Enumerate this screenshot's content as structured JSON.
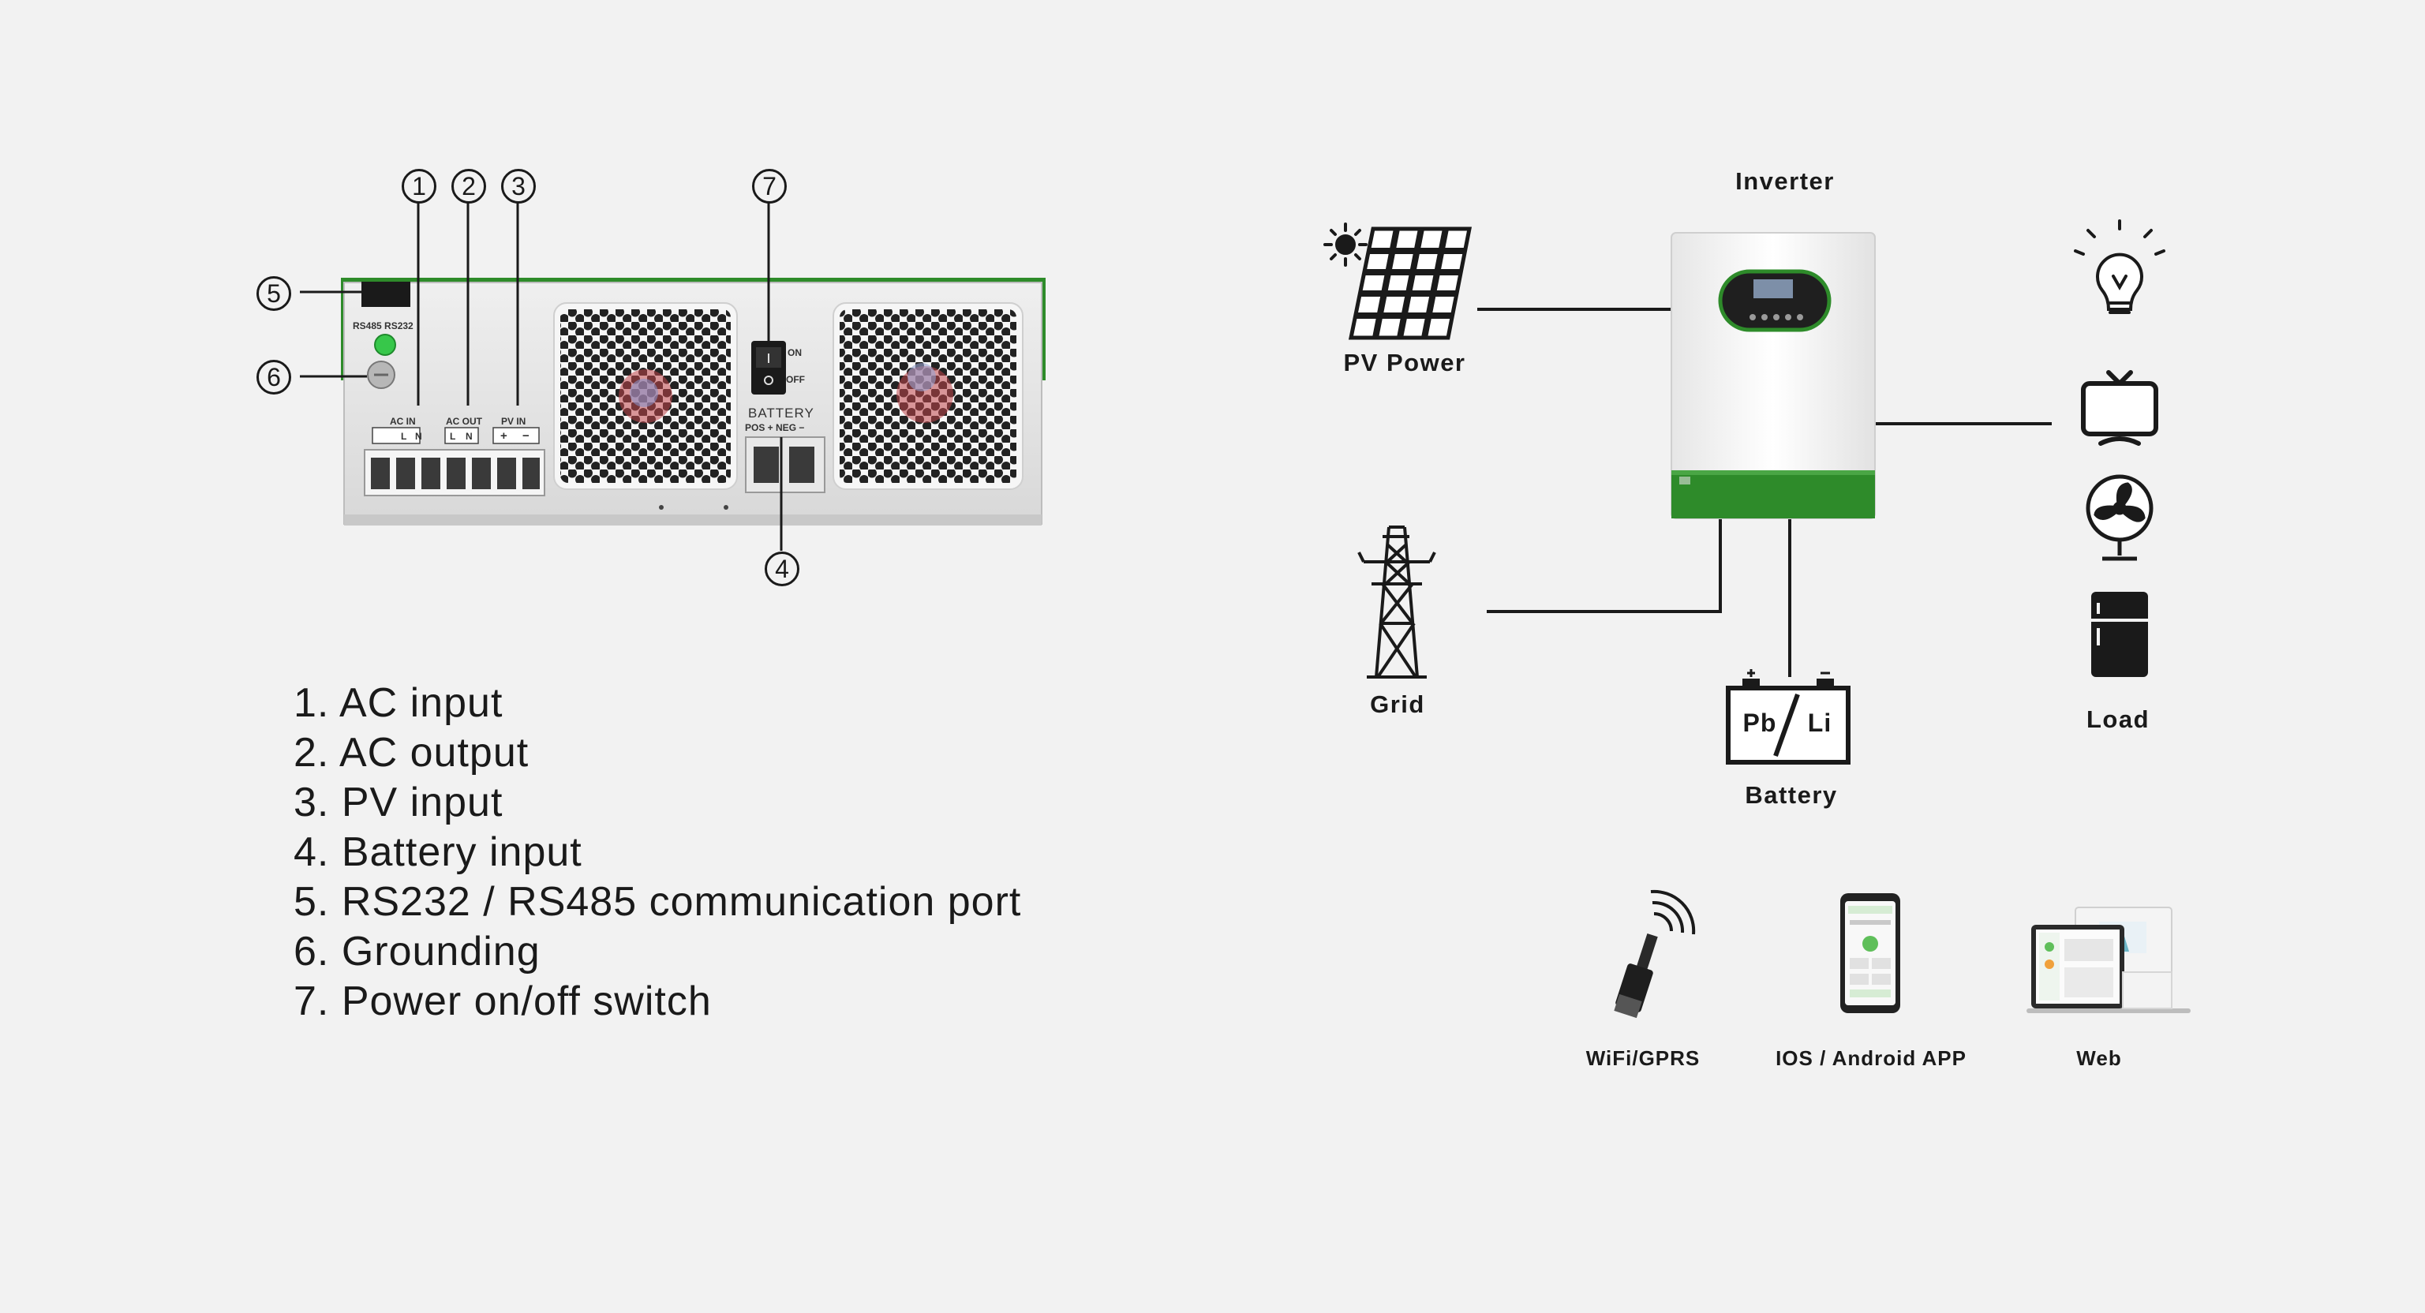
{
  "callouts": {
    "c1": "1",
    "c2": "2",
    "c3": "3",
    "c4": "4",
    "c5": "5",
    "c6": "6",
    "c7": "7"
  },
  "panel": {
    "rs_port_label": "RS485  RS232",
    "ac_in_label": "AC IN",
    "ac_out_label": "AC OUT",
    "pv_in_label": "PV IN",
    "battery_label": "BATTERY",
    "pos_neg_label": "POS +    NEG −",
    "on_label": "ON",
    "off_label": "OFF",
    "term_L1": "L",
    "term_N1": "N",
    "term_L2": "L",
    "term_N2": "N",
    "term_plus": "+",
    "term_minus": "−"
  },
  "legend": [
    "1. AC input",
    "2. AC output",
    "3. PV input",
    "4. Battery input",
    "5. RS232 / RS485 communication port",
    "6. Grounding",
    "7. Power on/off switch"
  ],
  "system": {
    "inverter": "Inverter",
    "pv_power": "PV Power",
    "grid": "Grid",
    "battery": "Battery",
    "battery_pb": "Pb",
    "battery_li": "Li",
    "load": "Load"
  },
  "monitoring": {
    "wifi": "WiFi/GPRS",
    "app": "IOS / Android APP",
    "web": "Web"
  },
  "colors": {
    "accent_green": "#2e8b2a",
    "line": "#1a1a1a",
    "background": "#f2f2f2"
  }
}
